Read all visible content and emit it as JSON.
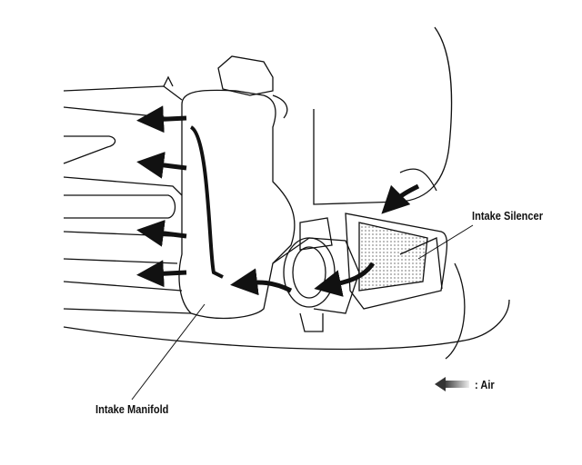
{
  "labels": {
    "intake_silencer": "Intake Silencer",
    "intake_manifold": "Intake Manifold",
    "legend_air": ": Air"
  },
  "colors": {
    "line": "#111111",
    "arrow": "#1a1a1a",
    "mesh": "#bbbbbb"
  }
}
